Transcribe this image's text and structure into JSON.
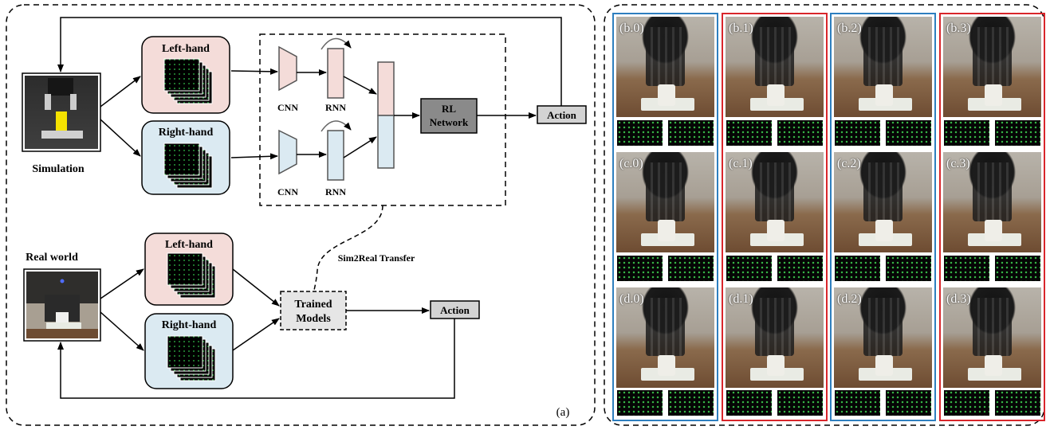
{
  "panel_a": {
    "label": "(a)",
    "simulation_label": "Simulation",
    "real_world_label": "Real world",
    "left_hand_label": "Left-hand",
    "right_hand_label": "Right-hand",
    "cnn_label": "CNN",
    "rnn_label": "RNN",
    "rl_network_line1": "RL",
    "rl_network_line2": "Network",
    "action_label": "Action",
    "sim2real_label": "Sim2Real Transfer",
    "trained_models_line1": "Trained",
    "trained_models_line2": "Models"
  },
  "panel_b": {
    "columns": [
      {
        "border_color": "#2e7fbf",
        "frames": [
          "(b.0)",
          "(c.0)",
          "(d.0)"
        ]
      },
      {
        "border_color": "#d9262b",
        "frames": [
          "(b.1)",
          "(c.1)",
          "(d.1)"
        ]
      },
      {
        "border_color": "#2e7fbf",
        "frames": [
          "(b.2)",
          "(c.2)",
          "(d.2)"
        ]
      },
      {
        "border_color": "#d9262b",
        "frames": [
          "(b.3)",
          "(c.3)",
          "(d.3)"
        ]
      }
    ]
  },
  "colors": {
    "left_hand_fill": "#f4dcd9",
    "right_hand_fill": "#dbeaf2",
    "rl_network_fill": "#8a8a8a",
    "action_fill": "#d3d3d3",
    "trained_models_fill": "#e6e6e6"
  }
}
